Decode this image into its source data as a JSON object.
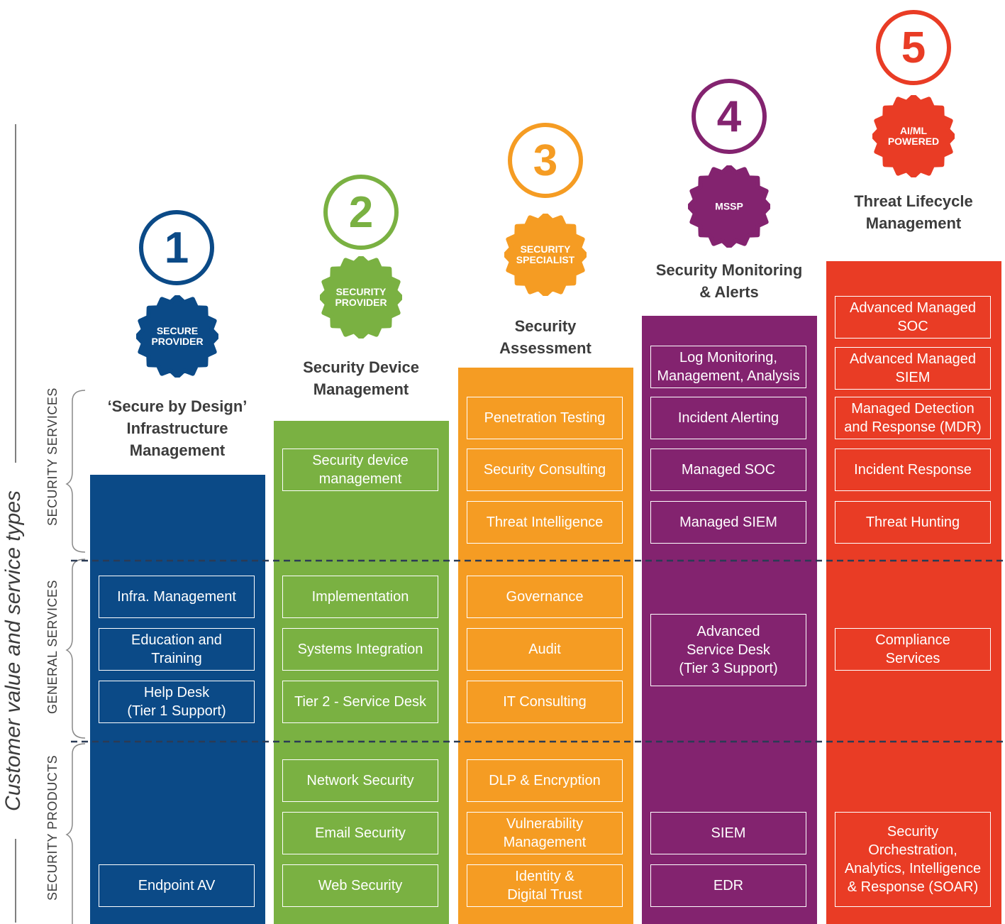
{
  "y_axis_label": "Customer value and service types",
  "section_labels": {
    "security_services": "SECURITY SERVICES",
    "general_services": "GENERAL SERVICES",
    "security_products": "SECURITY PRODUCTS"
  },
  "colors": {
    "blue": "#0b4a87",
    "green": "#7ab142",
    "orange": "#f59c23",
    "purple": "#83236f",
    "red": "#e93c25",
    "dash": "#2b3b55"
  },
  "columns": [
    {
      "number": "1",
      "badge": "SECURE\nPROVIDER",
      "title": "‘Secure by Design’\nInfrastructure\nManagement",
      "boxes": [
        "Infra. Management",
        "Education and\nTraining",
        "Help Desk\n(Tier 1 Support)",
        "Endpoint AV"
      ]
    },
    {
      "number": "2",
      "badge": "SECURITY\nPROVIDER",
      "title": "Security Device\nManagement",
      "boxes": [
        "Security device\nmanagement",
        "Implementation",
        "Systems Integration",
        "Tier 2 - Service Desk",
        "Network Security",
        "Email Security",
        "Web Security"
      ]
    },
    {
      "number": "3",
      "badge": "SECURITY\nSPECIALIST",
      "title": "Security\nAssessment",
      "boxes": [
        "Penetration Testing",
        "Security Consulting",
        "Threat Intelligence",
        "Governance",
        "Audit",
        "IT Consulting",
        "DLP & Encryption",
        "Vulnerability\nManagement",
        "Identity &\nDigital Trust"
      ]
    },
    {
      "number": "4",
      "badge": "MSSP",
      "title": "Security Monitoring\n& Alerts",
      "boxes": [
        "Log Monitoring,\nManagement, Analysis",
        "Incident Alerting",
        "Managed SOC",
        "Managed SIEM",
        "Advanced\nService Desk\n(Tier 3 Support)",
        "SIEM",
        "EDR"
      ]
    },
    {
      "number": "5",
      "badge": "AI/ML\nPOWERED",
      "title": "Threat Lifecycle\nManagement",
      "boxes": [
        "Advanced Managed\nSOC",
        "Advanced Managed\nSIEM",
        "Managed Detection\nand Response (MDR)",
        "Incident Response",
        "Threat Hunting",
        "Compliance\nServices",
        "Security\nOrchestration,\nAnalytics, Intelligence\n& Response (SOAR)"
      ]
    }
  ]
}
